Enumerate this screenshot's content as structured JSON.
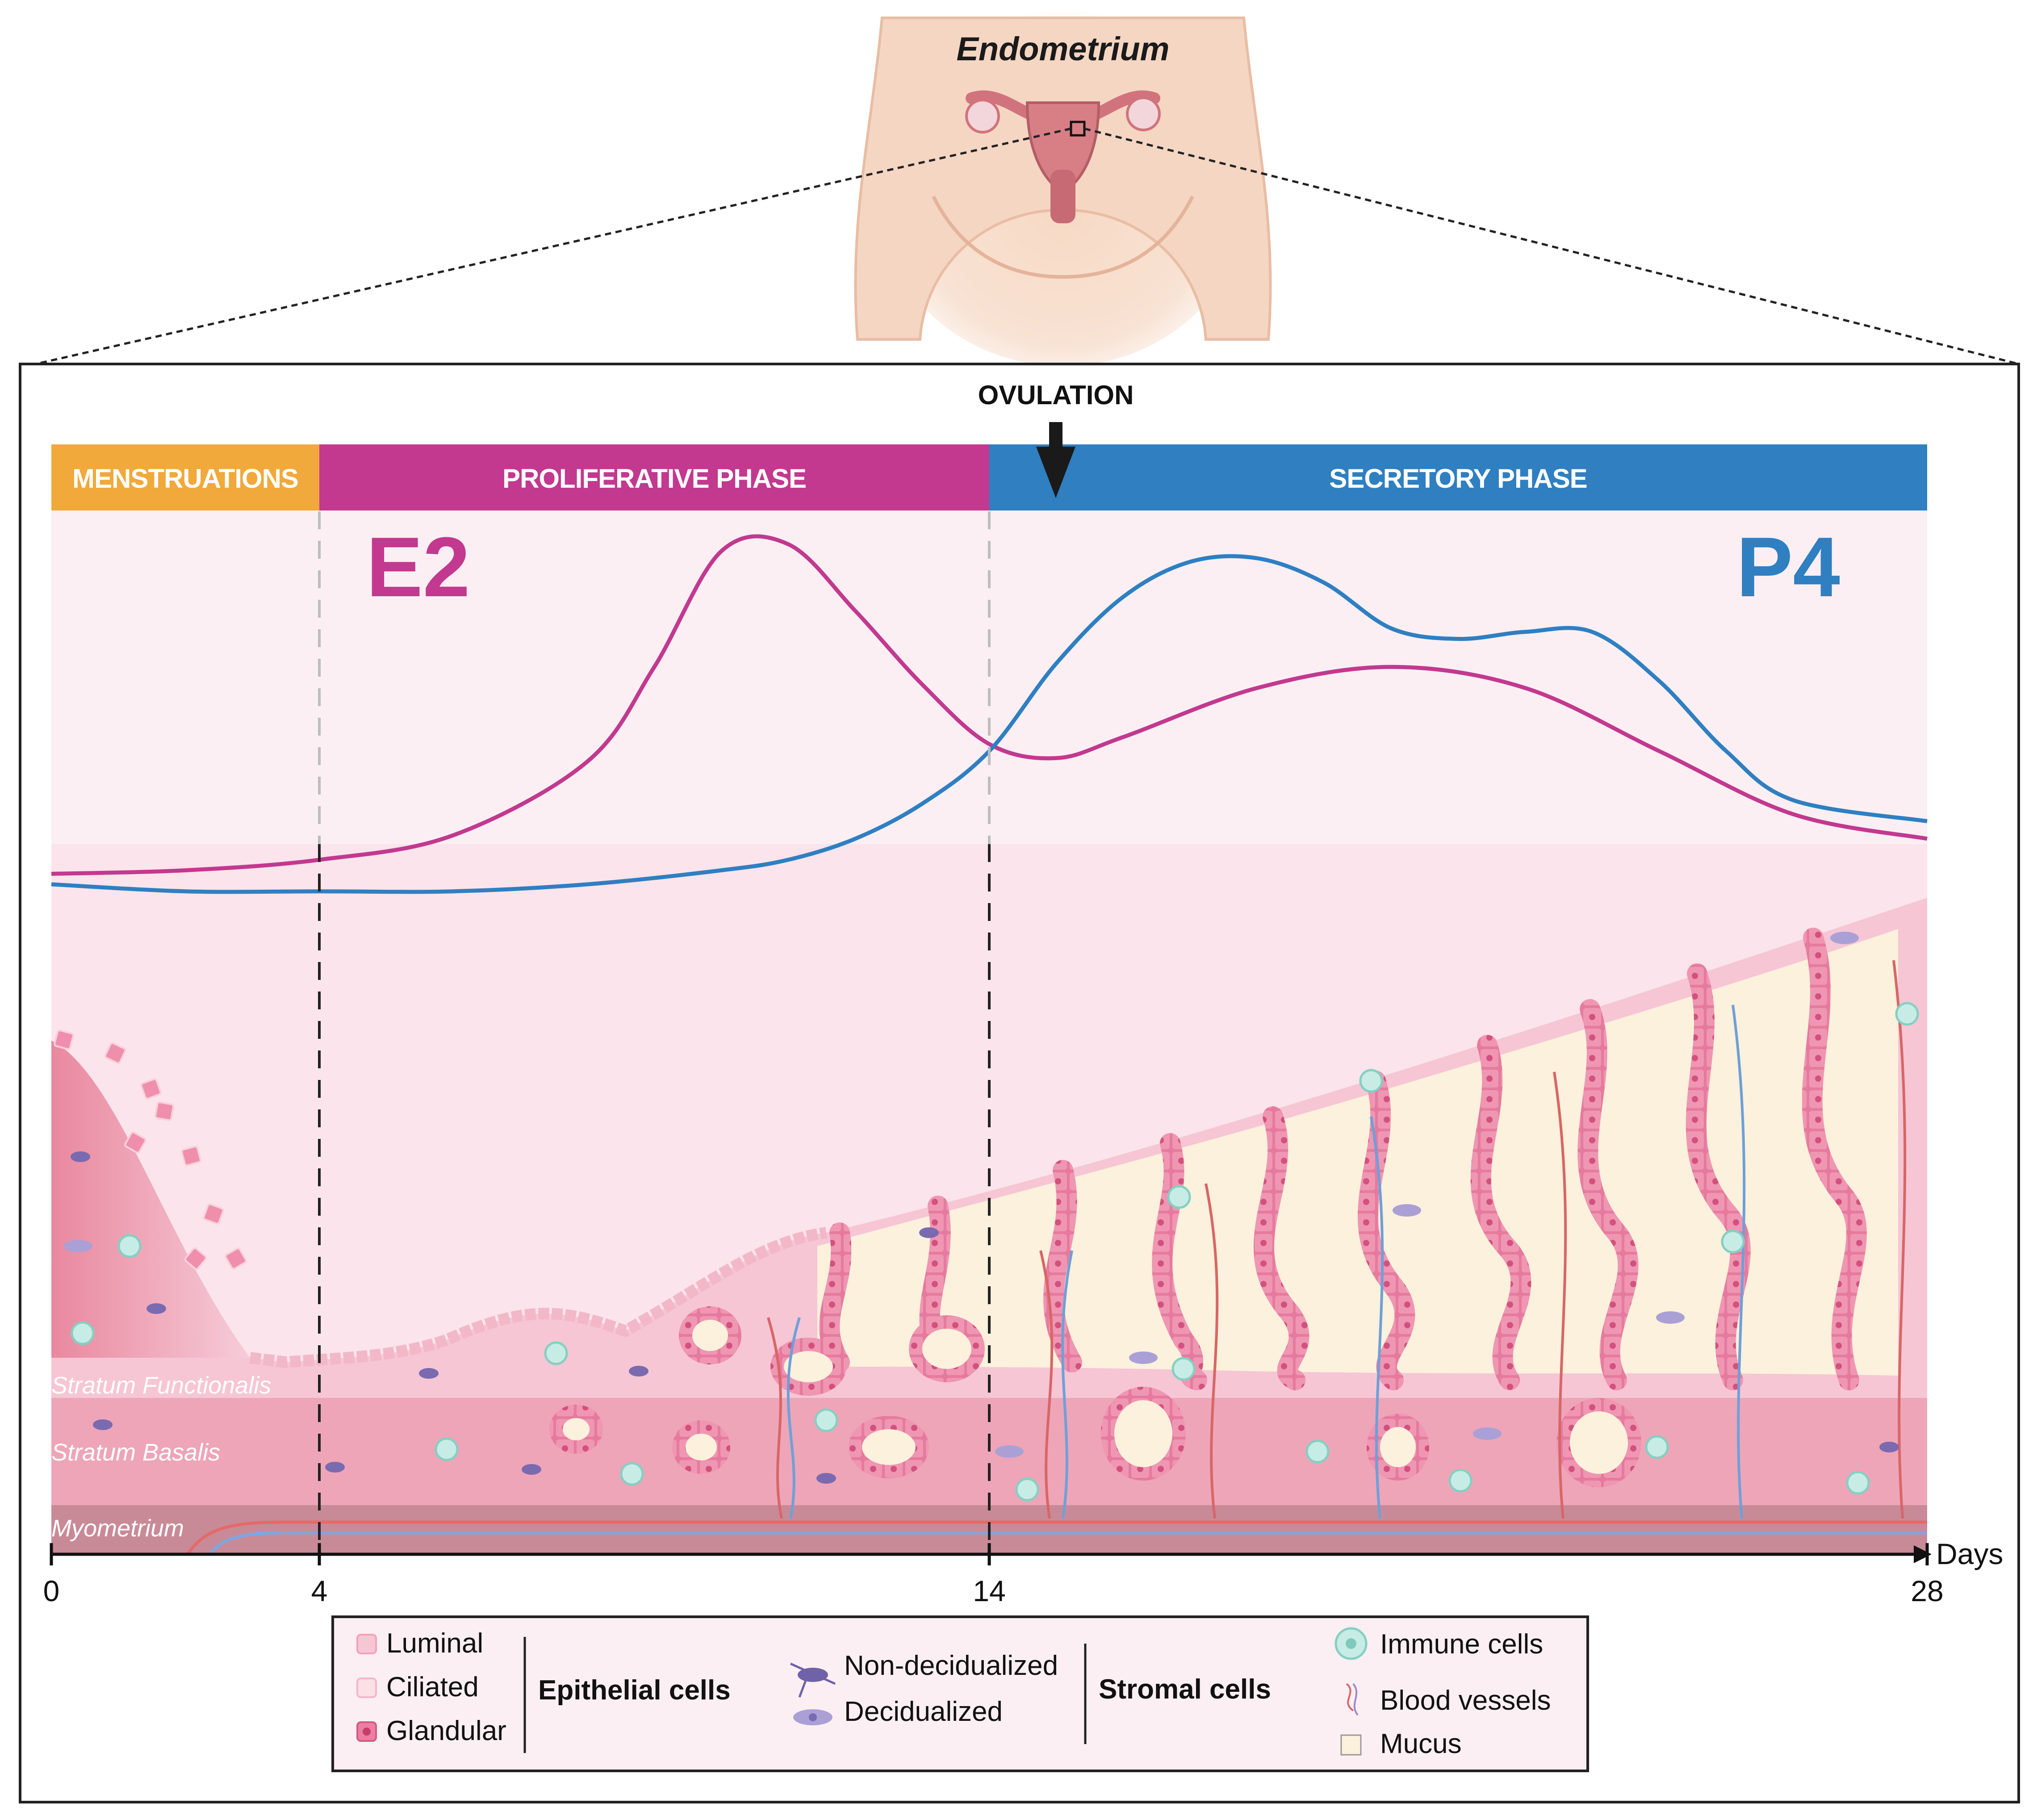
{
  "figure": {
    "organ_title": "Endometrium",
    "ovulation_label": "OVULATION",
    "x_unit_label": "Days"
  },
  "phases": [
    {
      "label": "MENSTRUATIONS",
      "start_day": 0,
      "end_day": 4,
      "color": "#f0a93a"
    },
    {
      "label": "PROLIFERATIVE PHASE",
      "start_day": 4,
      "end_day": 14,
      "color": "#c2398f"
    },
    {
      "label": "SECRETORY PHASE",
      "start_day": 14,
      "end_day": 28,
      "color": "#2f7fc1"
    }
  ],
  "hormones": [
    {
      "label": "E2",
      "color": "#c2398f"
    },
    {
      "label": "P4",
      "color": "#2f7fc1"
    }
  ],
  "chart_data": {
    "type": "line",
    "x_ticks": [
      0,
      4,
      14,
      28
    ],
    "xlabel": "Days",
    "xlim": [
      0,
      28
    ],
    "series": [
      {
        "name": "E2",
        "color": "#c2398f",
        "x": [
          0,
          2,
          4,
          6,
          8,
          9,
          10,
          11,
          12,
          13,
          14,
          15,
          16,
          18,
          20,
          22,
          24,
          26,
          28
        ],
        "y": [
          0.03,
          0.04,
          0.07,
          0.14,
          0.35,
          0.62,
          0.95,
          0.97,
          0.78,
          0.57,
          0.4,
          0.36,
          0.42,
          0.56,
          0.62,
          0.56,
          0.38,
          0.2,
          0.13
        ]
      },
      {
        "name": "P4",
        "color": "#2f7fc1",
        "x": [
          0,
          2,
          4,
          6,
          8,
          10,
          11,
          12,
          13,
          14,
          15,
          16,
          17,
          18,
          19,
          20,
          21,
          22,
          23,
          24,
          25,
          26,
          28
        ],
        "y": [
          0.0,
          -0.02,
          -0.02,
          -0.02,
          0.0,
          0.04,
          0.07,
          0.13,
          0.23,
          0.38,
          0.63,
          0.82,
          0.92,
          0.93,
          0.86,
          0.73,
          0.7,
          0.72,
          0.72,
          0.58,
          0.38,
          0.24,
          0.18
        ]
      }
    ]
  },
  "tissue_layers": [
    {
      "label": "Stratum Functionalis"
    },
    {
      "label": "Stratum Basalis"
    },
    {
      "label": "Myometrium"
    }
  ],
  "legend": {
    "epithelial": {
      "items": [
        {
          "label": "Luminal",
          "icon": "luminal-cell-icon"
        },
        {
          "label": "Ciliated",
          "icon": "ciliated-cell-icon"
        },
        {
          "label": "Glandular",
          "icon": "glandular-cell-icon"
        }
      ],
      "group_label": "Epithelial cells"
    },
    "stromal": {
      "items": [
        {
          "label": "Non-decidualized",
          "icon": "non-decidualized-cell-icon"
        },
        {
          "label": "Decidualized",
          "icon": "decidualized-cell-icon"
        }
      ],
      "group_label": "Stromal cells"
    },
    "other": {
      "items": [
        {
          "label": "Immune cells",
          "icon": "immune-cell-icon"
        },
        {
          "label": "Blood vessels",
          "icon": "blood-vessel-icon"
        },
        {
          "label": "Mucus",
          "icon": "mucus-swatch-icon"
        }
      ]
    }
  },
  "colors": {
    "estradiol": "#c2398f",
    "progesterone": "#2f7fc1",
    "menstruation": "#f0a93a",
    "tissue_pink": "#f5c3d2",
    "gland_pink": "#e57b9e",
    "mucus": "#fbf1dc",
    "myometrium": "#c98a98"
  }
}
